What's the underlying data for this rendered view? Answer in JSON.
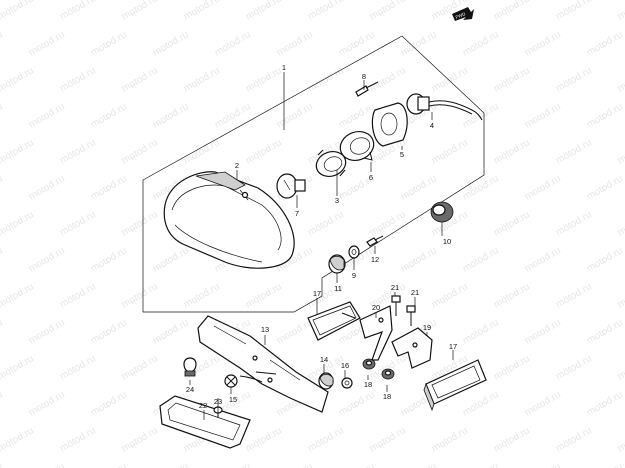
{
  "watermark": "motod.ru",
  "fwd_label": "FWD",
  "callouts": {
    "c1": "1",
    "c2": "2",
    "c3": "3",
    "c4": "4",
    "c5": "5",
    "c6": "6",
    "c7": "7",
    "c8": "8",
    "c9": "9",
    "c10": "10",
    "c11": "11",
    "c12": "12",
    "c13": "13",
    "c14": "14",
    "c15": "15",
    "c16": "16",
    "c17a": "17",
    "c17b": "17",
    "c18a": "18",
    "c18b": "18",
    "c19": "19",
    "c20": "20",
    "c21a": "21",
    "c21b": "21",
    "c22": "22",
    "c23": "23",
    "c24": "24"
  }
}
